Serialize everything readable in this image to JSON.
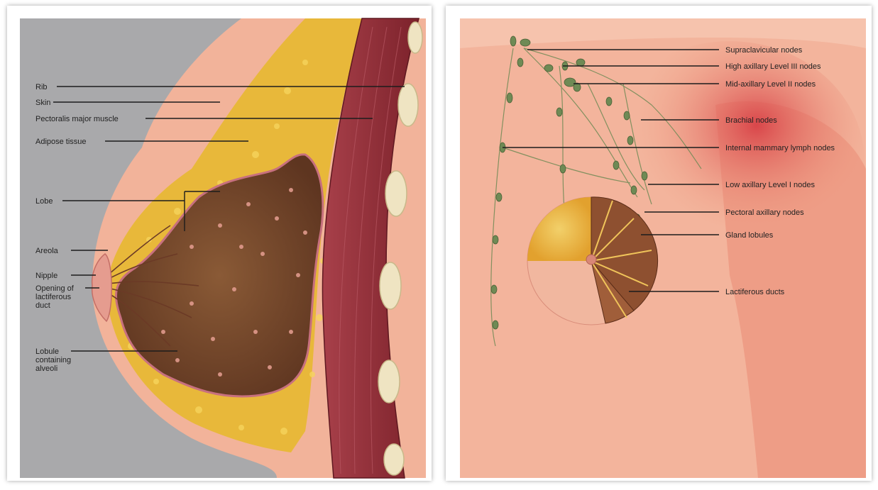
{
  "left_panel": {
    "labels": {
      "rib": "Rib",
      "skin": "Skin",
      "pectoralis": "Pectoralis major muscle",
      "adipose": "Adipose tissue",
      "lobe": "Lobe",
      "areola": "Areola",
      "nipple": "Nipple",
      "opening_1": "Opening of",
      "opening_2": "lactiferous",
      "opening_3": "duct",
      "lobule_1": "Lobule",
      "lobule_2": "containing",
      "lobule_3": "alveoli"
    }
  },
  "right_panel": {
    "labels": {
      "supraclavicular": "Supraclavicular nodes",
      "high_axillary": "High axillary Level III nodes",
      "mid_axillary": "Mid-axillary Level II nodes",
      "brachial": "Brachial nodes",
      "internal_mammary": "Internal mammary lymph nodes",
      "low_axillary": "Low axillary Level I nodes",
      "pectoral_axillary": "Pectoral axillary nodes",
      "gland_lobules": "Gland lobules",
      "lactiferous_ducts": "Lactiferous ducts"
    }
  },
  "colors": {
    "background_gray": "#a9a9ab",
    "skin": "#f3b59c",
    "adipose": "#e8b83a",
    "lobe_tissue": "#7a4a2c",
    "muscle": "#8e2a32",
    "rib": "#efe4c2",
    "lymph_node": "#6f8a55"
  }
}
